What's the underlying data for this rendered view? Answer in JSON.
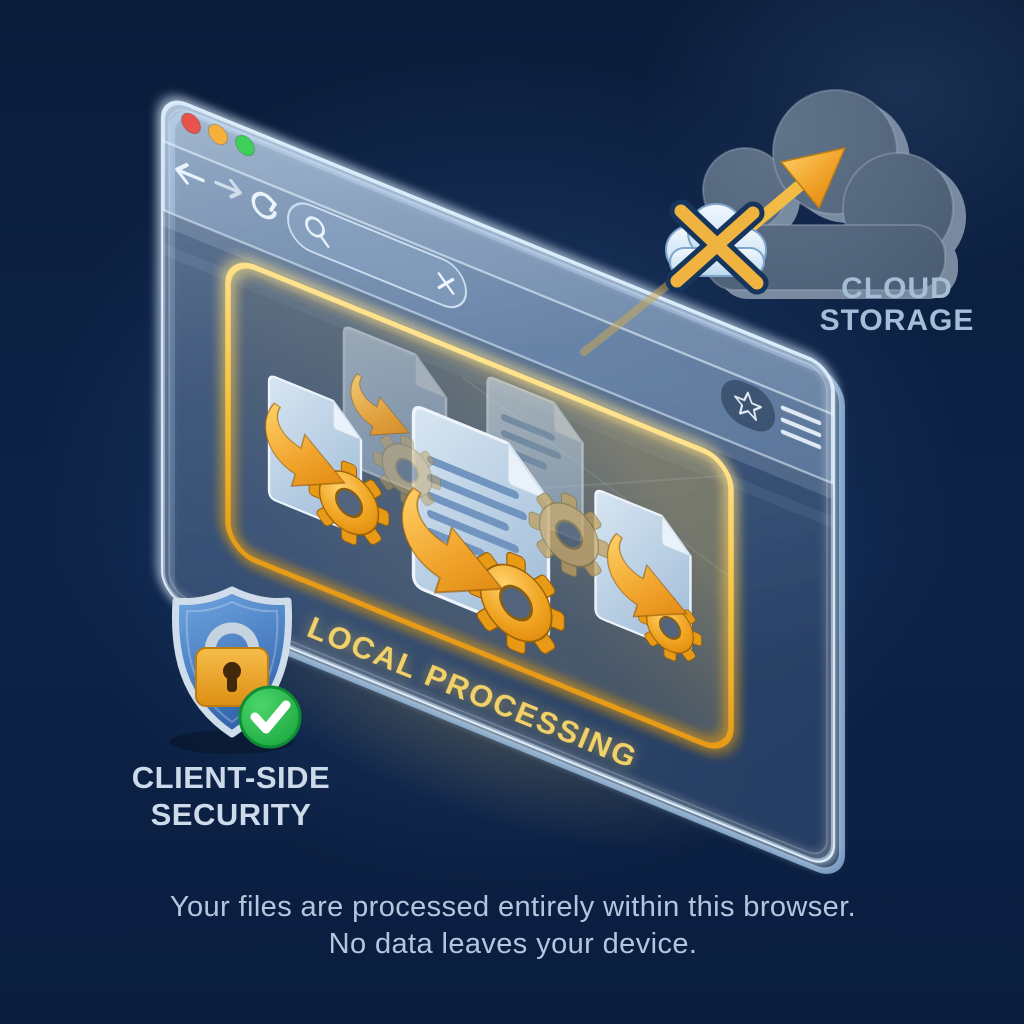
{
  "scene": {
    "browser": {
      "window": "illustrated-browser-window",
      "traffic_lights": [
        "red",
        "amber",
        "green"
      ],
      "nav": {
        "back_icon": "left-arrow",
        "forward_icon": "right-arrow",
        "reload_icon": "circular-arrow"
      },
      "tab": {
        "search_icon": "magnifier",
        "close_icon": "x"
      },
      "actions": {
        "bookmark_icon": "star-outline",
        "menu_icon": "hamburger-lines"
      }
    },
    "panel": {
      "label": "LOCAL PROCESSING",
      "contents": [
        "document-icons",
        "gear-icons",
        "curved-arrow-icons"
      ]
    },
    "cloud": {
      "label_line1": "CLOUD",
      "label_line2": "STORAGE",
      "blocked_upload_icon": "cloud-with-x",
      "arrow_icon": "upload-arrow"
    },
    "security": {
      "label_line1": "CLIENT-SIDE",
      "label_line2": "SECURITY",
      "shield_icon": "shield-with-padlock",
      "check_icon": "green-check-circle"
    },
    "footer": {
      "line1": "Your files are processed entirely within this browser.",
      "line2": "No data leaves your device."
    },
    "colors": {
      "background": "#0b1e3e",
      "window_border": "#dcedfb",
      "panel_border_gold": "#f6c23e",
      "accent_orange": "#efa21f",
      "doc_blue": "#a9c3dc",
      "cloud_slate": "#52647b",
      "label_gold": "#f2d268",
      "label_blue": "#a6bdd8",
      "footer_text": "#b4c6de",
      "traffic_red": "#e8534e",
      "traffic_amber": "#f3b03c",
      "traffic_green": "#3ecf59",
      "check_green": "#2fc355"
    }
  }
}
